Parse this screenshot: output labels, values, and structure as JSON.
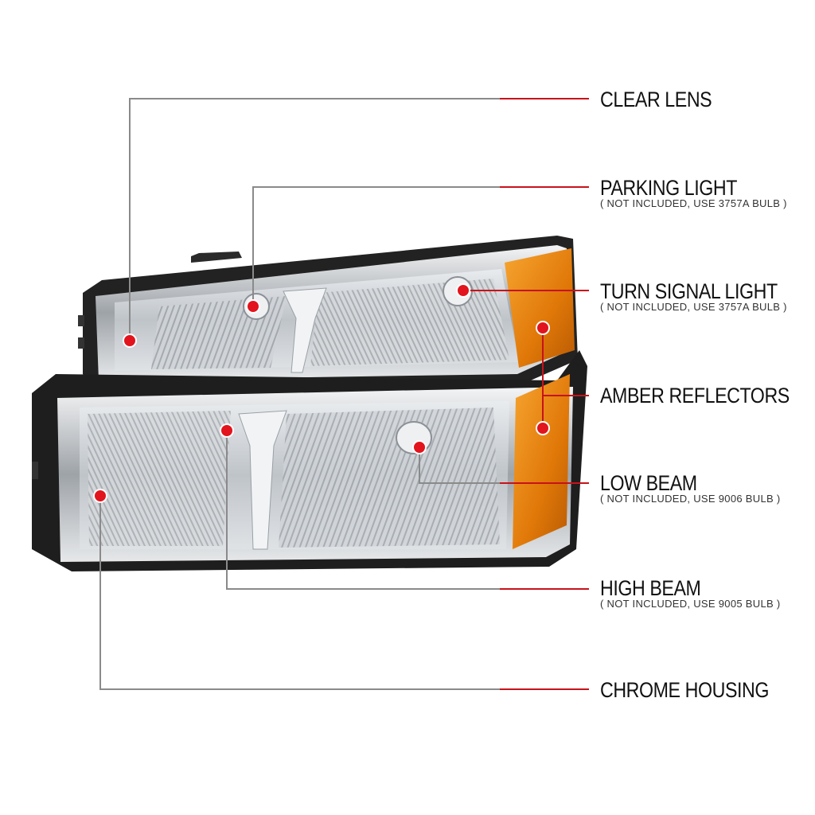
{
  "colors": {
    "leader_gray": "#8a8a8a",
    "leader_red": "#c8121a",
    "marker_red": "#e2141d",
    "amber": "#e8850c",
    "housing_black": "#222222",
    "chrome": "#c9ccd0"
  },
  "callouts": [
    {
      "id": "clear-lens",
      "title": "CLEAR LENS",
      "note": ""
    },
    {
      "id": "parking-light",
      "title": "PARKING LIGHT",
      "note": "( NOT INCLUDED, USE  3757A  BULB )"
    },
    {
      "id": "turn-signal-light",
      "title": "TURN SIGNAL LIGHT",
      "note": "( NOT INCLUDED, USE  3757A  BULB )"
    },
    {
      "id": "amber-reflectors",
      "title": "AMBER REFLECTORS",
      "note": ""
    },
    {
      "id": "low-beam",
      "title": "LOW BEAM",
      "note": "( NOT INCLUDED, USE  9006  BULB )"
    },
    {
      "id": "high-beam",
      "title": "HIGH BEAM",
      "note": "( NOT INCLUDED, USE  9005  BULB )"
    },
    {
      "id": "chrome-housing",
      "title": "CHROME HOUSING",
      "note": ""
    }
  ]
}
